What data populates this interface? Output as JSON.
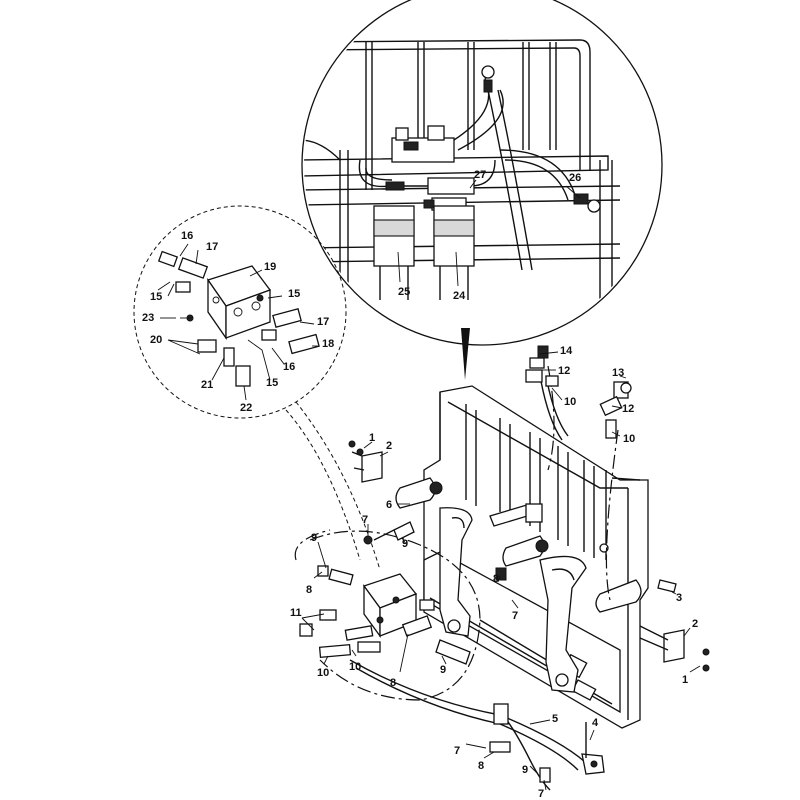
{
  "diagram": {
    "callouts": [
      {
        "id": "c-27",
        "text": "27"
      },
      {
        "id": "c-26",
        "text": "26"
      },
      {
        "id": "c-25",
        "text": "25"
      },
      {
        "id": "c-24",
        "text": "24"
      },
      {
        "id": "c-16a",
        "text": "16"
      },
      {
        "id": "c-17a",
        "text": "17"
      },
      {
        "id": "c-19",
        "text": "19"
      },
      {
        "id": "c-15a",
        "text": "15"
      },
      {
        "id": "c-15b",
        "text": "15"
      },
      {
        "id": "c-23",
        "text": "23"
      },
      {
        "id": "c-17b",
        "text": "17"
      },
      {
        "id": "c-20",
        "text": "20"
      },
      {
        "id": "c-18",
        "text": "18"
      },
      {
        "id": "c-16b",
        "text": "16"
      },
      {
        "id": "c-15c",
        "text": "15"
      },
      {
        "id": "c-21",
        "text": "21"
      },
      {
        "id": "c-22",
        "text": "22"
      },
      {
        "id": "c-14",
        "text": "14"
      },
      {
        "id": "c-12a",
        "text": "12"
      },
      {
        "id": "c-13",
        "text": "13"
      },
      {
        "id": "c-10a",
        "text": "10"
      },
      {
        "id": "c-12b",
        "text": "12"
      },
      {
        "id": "c-10b",
        "text": "10"
      },
      {
        "id": "c-1a",
        "text": "1"
      },
      {
        "id": "c-2a",
        "text": "2"
      },
      {
        "id": "c-6",
        "text": "6"
      },
      {
        "id": "c-7a",
        "text": "7"
      },
      {
        "id": "c-9a",
        "text": "9"
      },
      {
        "id": "c-9b",
        "text": "9"
      },
      {
        "id": "c-8a",
        "text": "8"
      },
      {
        "id": "c-8b",
        "text": "8"
      },
      {
        "id": "c-7b",
        "text": "7"
      },
      {
        "id": "c-3",
        "text": "3"
      },
      {
        "id": "c-11",
        "text": "11"
      },
      {
        "id": "c-2b",
        "text": "2"
      },
      {
        "id": "c-10c",
        "text": "10"
      },
      {
        "id": "c-10d",
        "text": "10"
      },
      {
        "id": "c-8c",
        "text": "8"
      },
      {
        "id": "c-9c",
        "text": "9"
      },
      {
        "id": "c-1b",
        "text": "1"
      },
      {
        "id": "c-5",
        "text": "5"
      },
      {
        "id": "c-4",
        "text": "4"
      },
      {
        "id": "c-7c",
        "text": "7"
      },
      {
        "id": "c-8d",
        "text": "8"
      },
      {
        "id": "c-9d",
        "text": "9"
      },
      {
        "id": "c-7d",
        "text": "7"
      }
    ]
  }
}
